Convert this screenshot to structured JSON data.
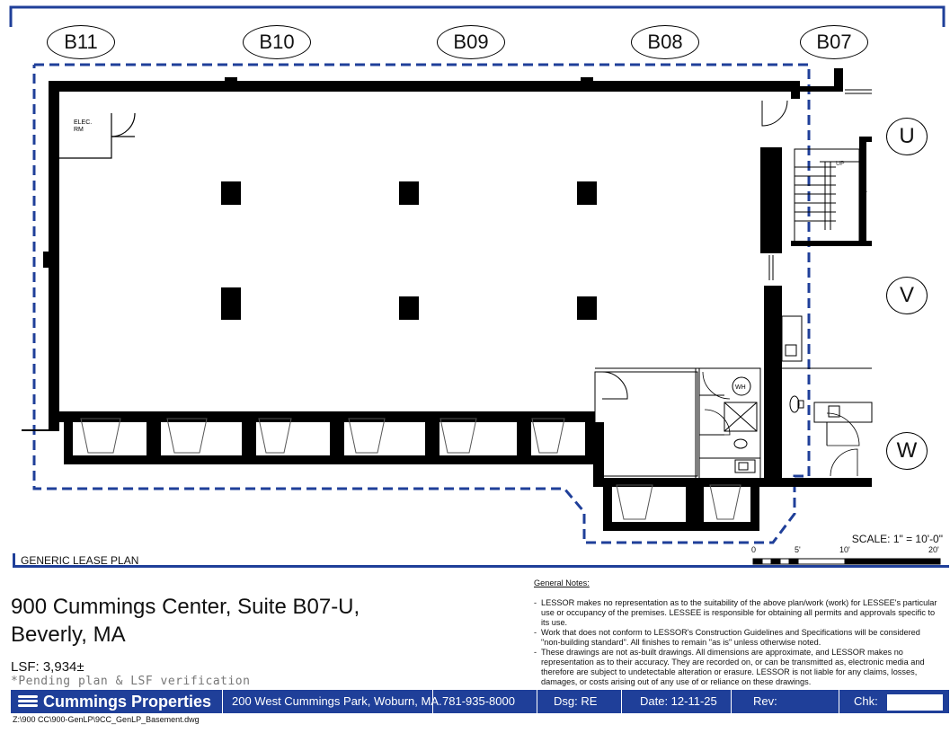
{
  "plan": {
    "column_labels": [
      "B11",
      "B10",
      "B09",
      "B08",
      "B07"
    ],
    "row_labels": [
      "U",
      "V",
      "W"
    ],
    "room_label_line1": "ELEC.",
    "room_label_line2": "RM",
    "water_heater_label": "WH",
    "stair_label": "UP",
    "plan_type": "GENERIC LEASE PLAN",
    "scale": "SCALE: 1\" = 10'-0\"",
    "scale_ticks": [
      "0",
      "5'",
      "10'",
      "20'"
    ],
    "colors": {
      "accent": "#1f3f99",
      "walls": "#000000",
      "boundary": "#1f3f99"
    }
  },
  "title_block": {
    "address_line1": "900 Cummings Center, Suite B07-U,",
    "address_line2": "Beverly, MA",
    "lsf": "LSF: 3,934±",
    "pending_note": "*Pending plan & LSF verification",
    "notes_header": "General Notes:",
    "notes": [
      "LESSOR makes no representation as to the suitability of the above plan/work (work) for LESSEE's particular use or occupancy of the premises. LESSEE is responsible for obtaining all permits and approvals specific to its use.",
      "Work that does not conform to LESSOR's Construction Guidelines and Specifications will be considered \"non-building standard\".  All finishes to remain \"as is\" unless otherwise noted.",
      "These drawings are not as-built drawings. All dimensions are approximate, and LESSOR makes no representation as to their accuracy. They are recorded on, or can be transmitted as, electronic media and therefore are subject to undetectable alteration or erasure.  LESSOR is not liable for any claims, losses, damages, or costs arising out of any use of or reliance on these drawings."
    ],
    "company": "Cummings Properties",
    "company_address": "200 West Cummings Park, Woburn, MA.",
    "phone": "781-935-8000",
    "dsg": "Dsg: RE",
    "date": "Date: 12-11-25",
    "rev": "Rev:",
    "chk": "Chk:",
    "file_path": "Z:\\900 CC\\900-GenLP\\9CC_GenLP_Basement.dwg"
  }
}
